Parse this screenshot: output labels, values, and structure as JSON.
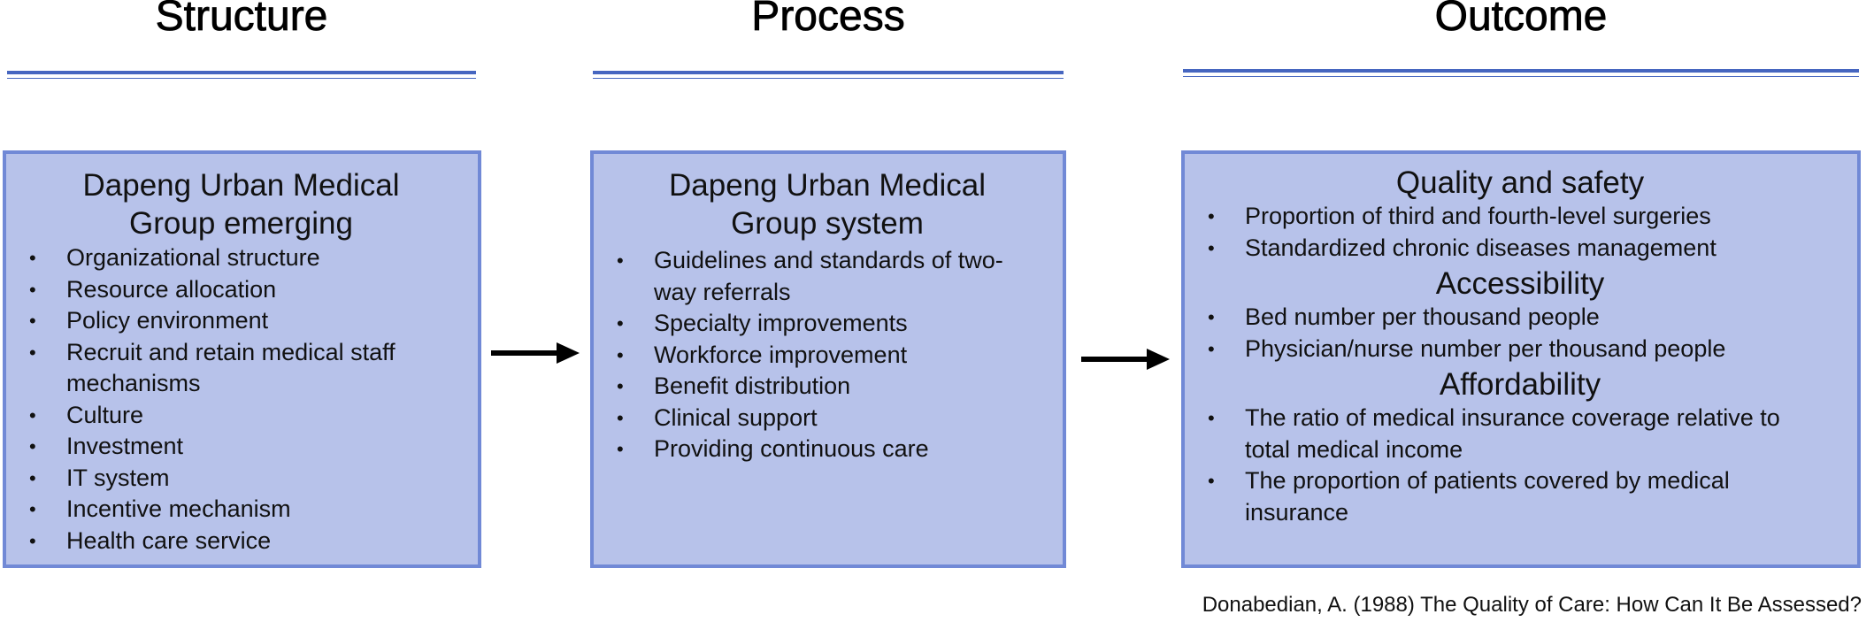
{
  "columns": {
    "structure": {
      "title": "Structure",
      "box_title": [
        "Dapeng Urban Medical",
        "Group emerging"
      ],
      "items": [
        "Organizational structure",
        "Resource allocation",
        "Policy environment",
        "Recruit and retain medical staff",
        "mechanisms",
        "Culture",
        "Investment",
        "IT system",
        "Incentive mechanism",
        "Health care service"
      ]
    },
    "process": {
      "title": "Process",
      "box_title": [
        "Dapeng Urban Medical",
        "Group system"
      ],
      "items": [
        "Guidelines and standards of two-",
        "way referrals",
        "Specialty improvements",
        "Workforce improvement",
        "Benefit distribution",
        "Clinical support",
        "Providing continuous care"
      ]
    },
    "outcome": {
      "title": "Outcome",
      "sections": [
        {
          "heading": "Quality and safety",
          "items": [
            "Proportion of third and fourth-level surgeries",
            "Standardized chronic diseases management"
          ]
        },
        {
          "heading": "Accessibility",
          "items": [
            "Bed number per thousand people",
            "Physician/nurse number per thousand people"
          ]
        },
        {
          "heading": "Affordability",
          "items": [
            "The ratio of medical insurance coverage relative to",
            "total medical income",
            "The proportion of patients covered by medical",
            "insurance"
          ]
        }
      ]
    }
  },
  "bullet": "•",
  "citation": "Donabedian, A. (1988) The Quality of Care: How Can It Be Assessed?",
  "colors": {
    "box_fill": "#b7c2ea",
    "box_border": "#7189d6",
    "rule": "#4666c0",
    "arrow": "#000000"
  }
}
